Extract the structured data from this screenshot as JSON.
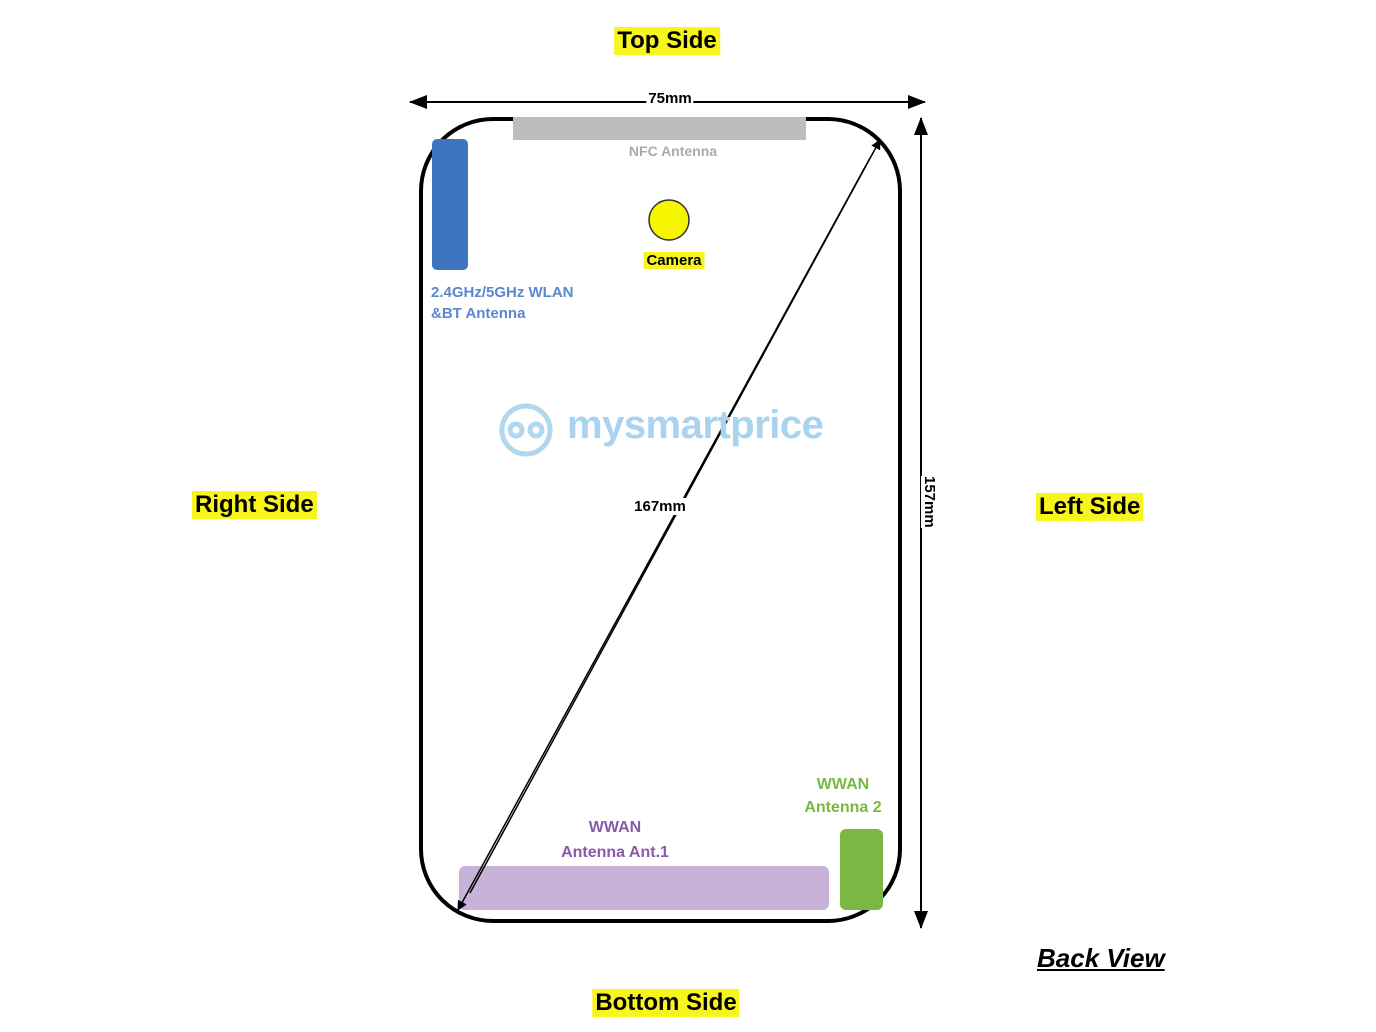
{
  "labels": {
    "top_side": "Top Side",
    "bottom_side": "Bottom Side",
    "right_side": "Right Side",
    "left_side": "Left Side",
    "back_view": "Back View"
  },
  "dimensions": {
    "width": "75mm",
    "height": "157mm",
    "diagonal": "167mm"
  },
  "components": {
    "nfc": "NFC Antenna",
    "camera": "Camera",
    "wlan_line1": "2.4GHz/5GHz WLAN",
    "wlan_line2": "&BT Antenna",
    "wwan1_line1": "WWAN",
    "wwan1_line2": "Antenna Ant.1",
    "wwan2_line1": "WWAN",
    "wwan2_line2": "Antenna 2"
  },
  "watermark": "mysmartprice",
  "colors": {
    "highlight": "#f7f51c",
    "nfc": "#bdbdbd",
    "wlan": "#3f74c0",
    "camera": "#f5f500",
    "wwan1": "#c8b2d8",
    "wwan1_text": "#8a5aa8",
    "wwan2": "#79b843",
    "watermark": "#a9d3ee"
  }
}
